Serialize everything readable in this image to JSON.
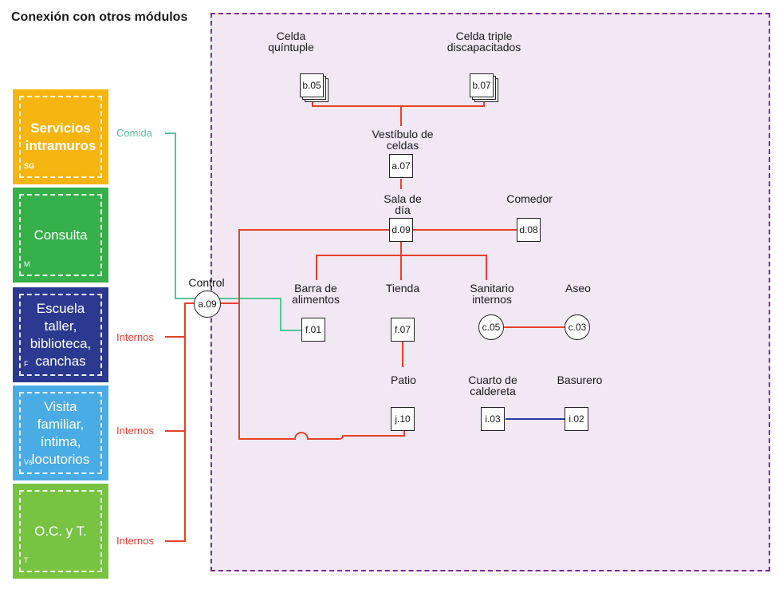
{
  "title": "Conexión con otros módulos",
  "modules": [
    {
      "name": "Servicios intramuros",
      "code": "SG",
      "color": "#f7b511"
    },
    {
      "name": "Consulta",
      "code": "M",
      "color": "#36b04a"
    },
    {
      "name": "Escuela taller, biblioteca, canchas",
      "code": "F",
      "color": "#2b3990"
    },
    {
      "name": "Visita familiar, íntima, locutorios",
      "code": "Vs",
      "color": "#4aace4"
    },
    {
      "name": "O.C. y T.",
      "code": "T",
      "color": "#78c342"
    }
  ],
  "connections": {
    "comida": "Comida",
    "internos": "Internos"
  },
  "nodes": {
    "b05": {
      "code": "b.05",
      "label": "Celda quíntuple"
    },
    "b07": {
      "code": "b.07",
      "label": "Celda triple discapacitados"
    },
    "a07": {
      "code": "a.07",
      "label": "Vestíbulo de celdas"
    },
    "d09": {
      "code": "d.09",
      "label": "Sala de día"
    },
    "d08": {
      "code": "d.08",
      "label": "Comedor"
    },
    "a09": {
      "code": "a.09",
      "label": "Control"
    },
    "f01": {
      "code": "f.01",
      "label": "Barra de alimentos"
    },
    "f07": {
      "code": "f.07",
      "label": "Tienda"
    },
    "c05": {
      "code": "c.05",
      "label": "Sanitario internos"
    },
    "c03": {
      "code": "c.03",
      "label": "Aseo"
    },
    "j10": {
      "code": "j.10",
      "label": "Patio"
    },
    "i03": {
      "code": "i.03",
      "label": "Cuarto de caldereta"
    },
    "i02": {
      "code": "i.02",
      "label": "Basurero"
    }
  },
  "colors": {
    "red": "#e8412c",
    "green": "#55c49a",
    "blue": "#2a3a9e",
    "zone_border": "#7b2a97",
    "zone_fill": "#f1e8f4"
  }
}
